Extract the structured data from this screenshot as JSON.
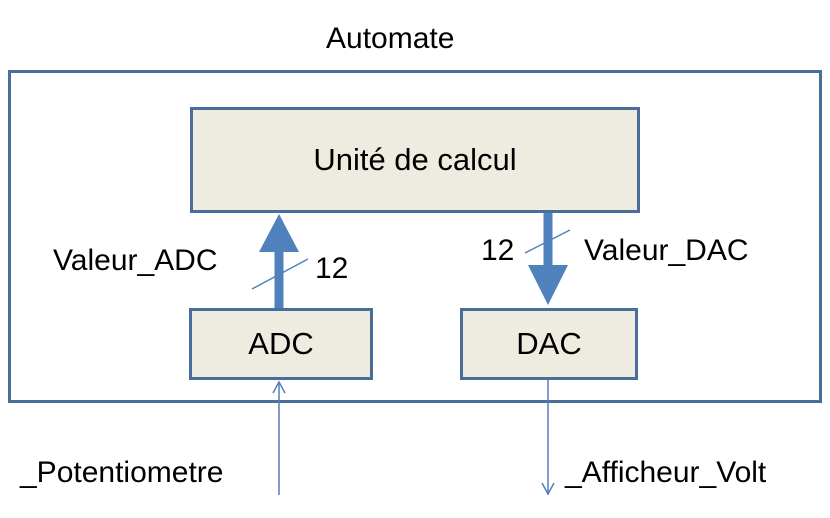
{
  "title": "Automate",
  "blocks": {
    "compute": "Unité de calcul",
    "adc": "ADC",
    "dac": "DAC"
  },
  "signals": {
    "adc_value": "Valeur_ADC",
    "adc_bits": "12",
    "dac_value": "Valeur_DAC",
    "dac_bits": "12",
    "input": "_Potentiometre",
    "output": "_Afficheur_Volt"
  },
  "colors": {
    "border": "#4a6d9a",
    "box_fill": "#eeece1",
    "arrow": "#4f81bd"
  }
}
